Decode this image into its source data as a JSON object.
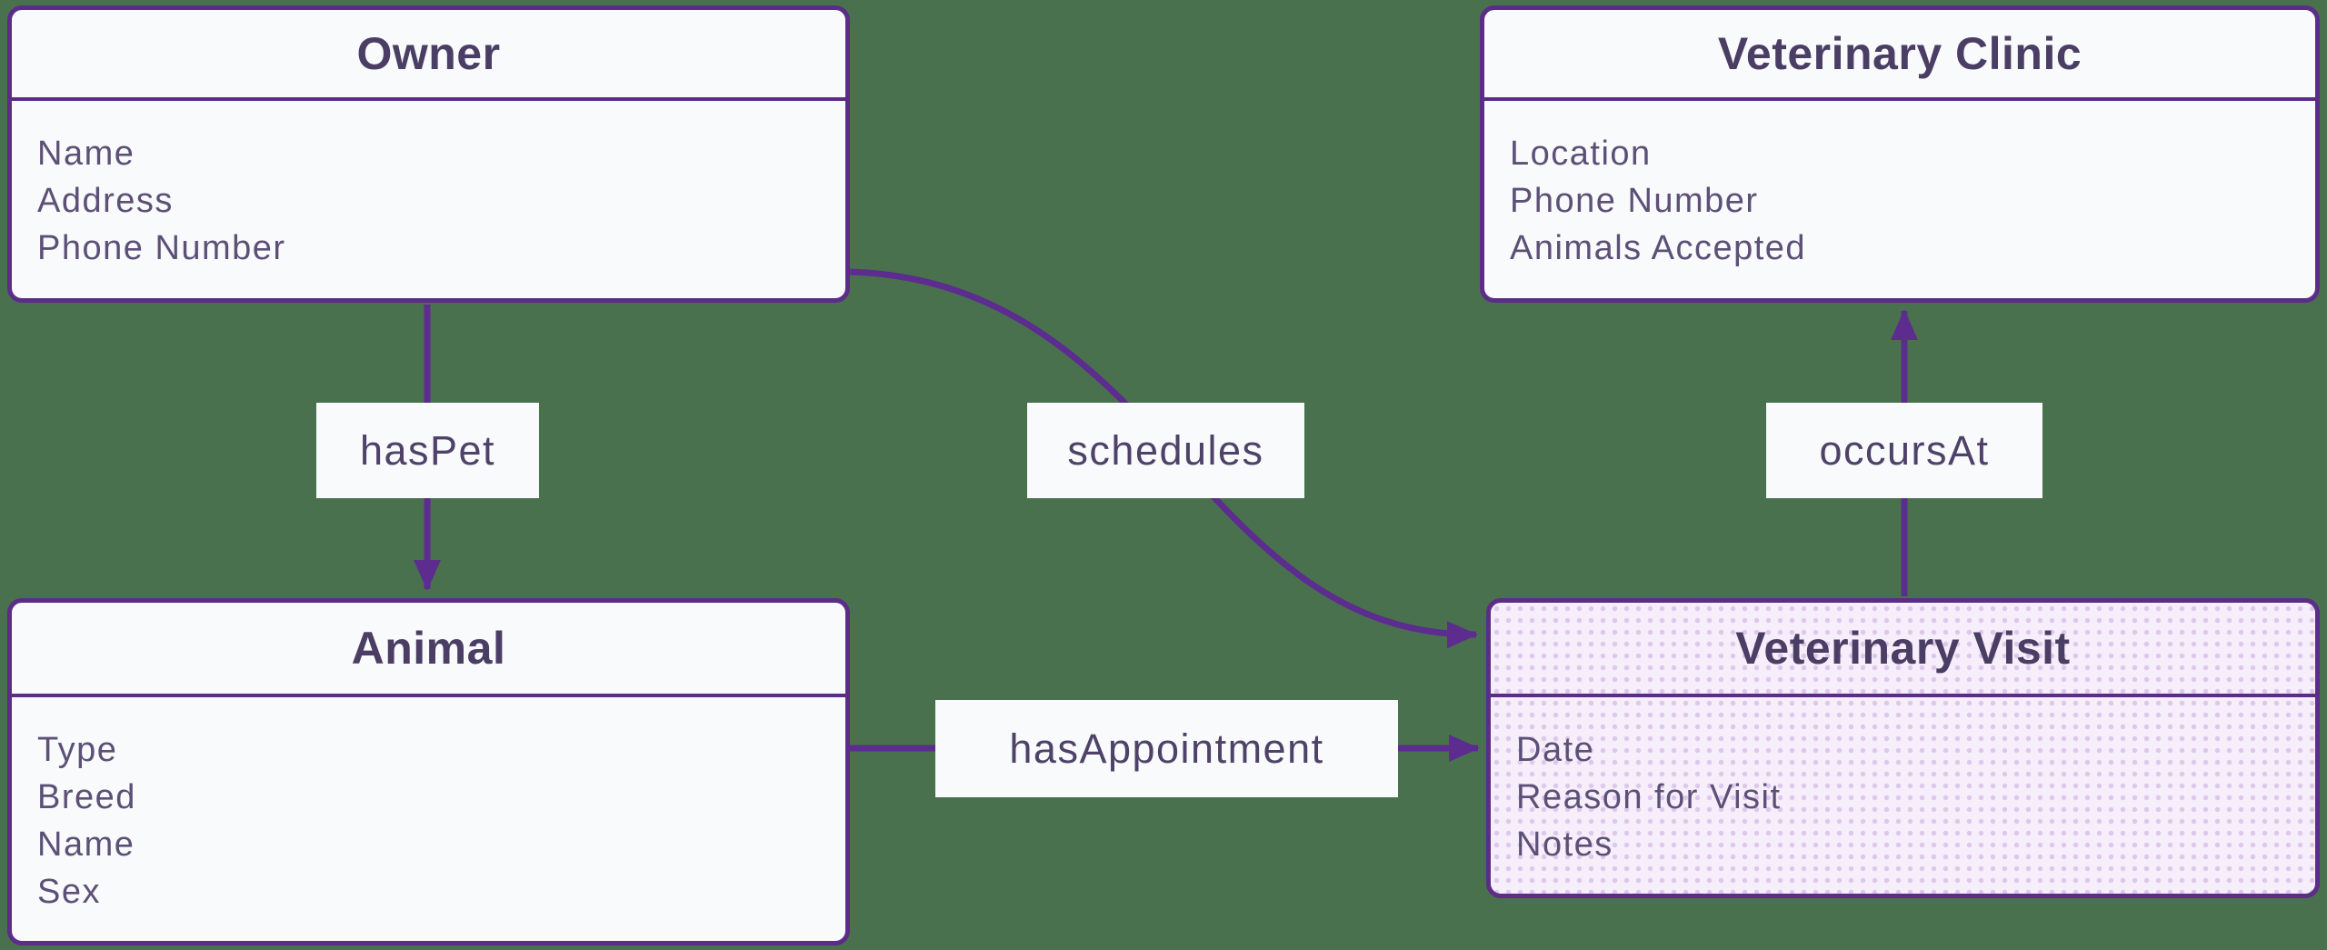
{
  "canvas": {
    "background_color": "#4a714e"
  },
  "style": {
    "node_border_color": "#5b2d87",
    "arrow_color": "#5c2d8f",
    "node_fill_color": "#f9fafc",
    "highlighted_node_fill_color": "#f7eefb",
    "highlighted_node_dot_color": "#ddc8ec",
    "title_text_color": "#4b3e64",
    "field_text_color": "#5c5077",
    "edge_label_text_color": "#4e4269"
  },
  "entities": [
    {
      "title": "Owner",
      "fields": [
        "Name",
        "Address",
        "Phone Number"
      ]
    },
    {
      "title": "Veterinary Clinic",
      "fields": [
        "Location",
        "Phone Number",
        "Animals Accepted"
      ]
    },
    {
      "title": "Animal",
      "fields": [
        "Type",
        "Breed",
        "Name",
        "Sex"
      ]
    },
    {
      "title": "Veterinary Visit",
      "fields": [
        "Date",
        "Reason for Visit",
        "Notes"
      ],
      "highlighted": "true"
    }
  ],
  "relationships": [
    {
      "label": "hasPet",
      "from": "Owner",
      "to": "Animal"
    },
    {
      "label": "schedules",
      "from": "Owner",
      "to": "Veterinary Visit"
    },
    {
      "label": "hasAppointment",
      "from": "Animal",
      "to": "Veterinary Visit"
    },
    {
      "label": "occursAt",
      "from": "Veterinary Visit",
      "to": "Veterinary Clinic"
    }
  ]
}
